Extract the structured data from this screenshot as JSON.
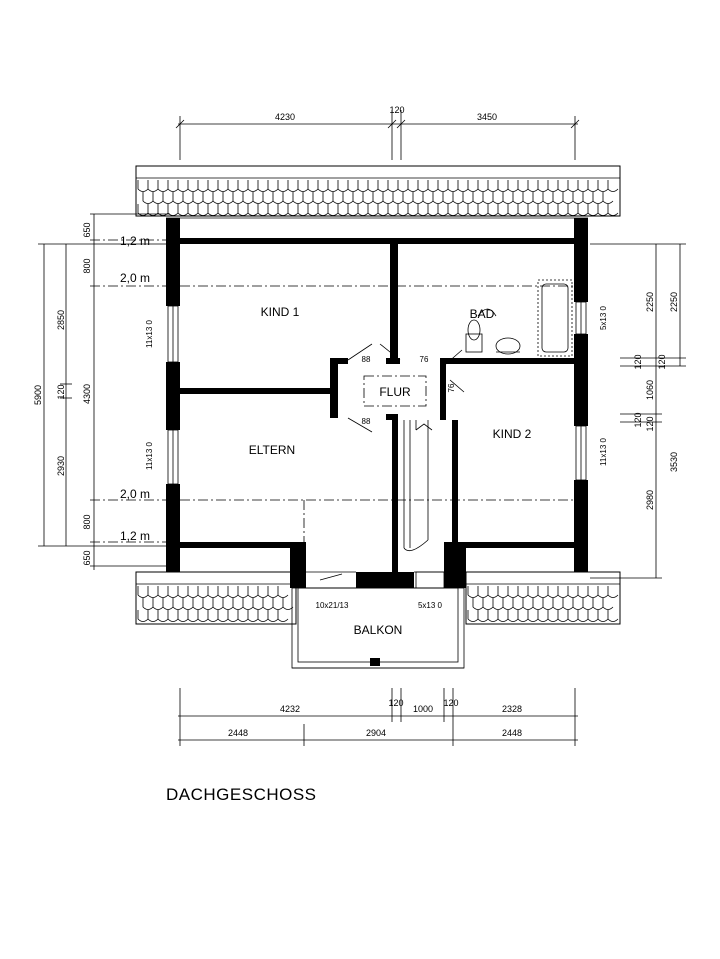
{
  "title": "DACHGESCHOSS",
  "rooms": {
    "kind1": "KIND 1",
    "bad": "BAD",
    "flur": "FLUR",
    "eltern": "ELTERN",
    "kind2": "KIND 2",
    "balkon": "BALKON"
  },
  "heights": {
    "upper_12": "1,2 m",
    "upper_20": "2,0 m",
    "lower_20": "2,0 m",
    "lower_12": "1,2 m"
  },
  "top_dims": {
    "left": "4230",
    "mid": "120",
    "right": "3450"
  },
  "bottom_dims_1": {
    "left": "4232",
    "a": "120",
    "mid": "1000",
    "b": "120",
    "right": "2328"
  },
  "bottom_dims_2": {
    "left": "2448",
    "mid": "2904",
    "right": "2448"
  },
  "left_dims": {
    "total": "5900",
    "a": "650",
    "b": "800",
    "c": "2850",
    "d": "120",
    "e": "2930",
    "f": "800",
    "g": "650",
    "mid": "4300"
  },
  "right_dims": {
    "a": "2250",
    "b": "2250",
    "c": "120",
    "d": "120",
    "e": "1060",
    "f": "120",
    "g": "120",
    "h": "3530",
    "i": "2980"
  },
  "door_labels": {
    "d88a": "88",
    "d76a": "76",
    "d88b": "88",
    "d76b": "76"
  },
  "window_labels": {
    "w_left_top": "11x13 0",
    "w_left_bottom": "11x13 0",
    "w_right_top": "5x13 0",
    "w_right_bottom": "11x13 0",
    "balkon_left": "10x21/13",
    "balkon_right": "5x13 0"
  }
}
